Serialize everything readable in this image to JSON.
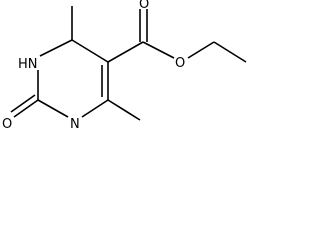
{
  "molecule": {
    "atoms": {
      "ring_nh": "HN",
      "ring_n": "N",
      "carbonyl_o": "O",
      "ester_carbonyl_o": "O",
      "ester_o": "O"
    },
    "colors": {
      "bond": "#000000",
      "label": "#000000",
      "background": "#ffffff"
    }
  }
}
